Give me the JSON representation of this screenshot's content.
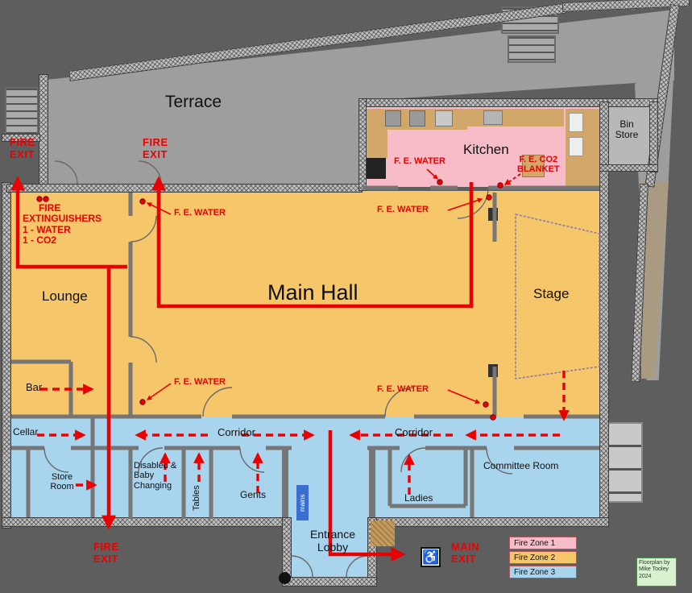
{
  "rooms": {
    "terrace": "Terrace",
    "kitchen": "Kitchen",
    "bin_store": "Bin Store",
    "main_hall": "Main Hall",
    "lounge": "Lounge",
    "stage": "Stage",
    "bar": "Bar",
    "cellar": "Cellar",
    "corridor_left": "Corridor",
    "corridor_right": "Corridor",
    "store_room": "Store Room",
    "disabled_baby_changing": "Disabled & Baby Changing",
    "tables": "Tables",
    "gents": "Gents",
    "ladies": "Ladies",
    "committee_room": "Committee Room",
    "entrance_lobby": "Entrance Lobby",
    "mains": "mains"
  },
  "fire": {
    "fire_exit": "FIRE\nEXIT",
    "main_exit": "MAIN\nEXIT",
    "extinguisher_note": "      FIRE\nEXTINGUISHERS\n1 - WATER\n1 - CO2",
    "fe_water": "F. E. WATER",
    "fe_co2_blanket": "F. E. CO2\nBLANKET"
  },
  "legend": {
    "items": [
      {
        "label": "Fire Zone 1",
        "color": "#f8bcc8"
      },
      {
        "label": "Fire Zone 2",
        "color": "#f5c66a"
      },
      {
        "label": "Fire Zone 3",
        "color": "#a8d4ee"
      }
    ]
  },
  "credit": "Floorplan by Mike Tooley 2024",
  "icons": {
    "wheelchair": "♿"
  },
  "colors": {
    "zone1": "#f8bcc8",
    "zone2": "#f5c66a",
    "zone3": "#a8d4ee",
    "route": "#ea0000"
  }
}
